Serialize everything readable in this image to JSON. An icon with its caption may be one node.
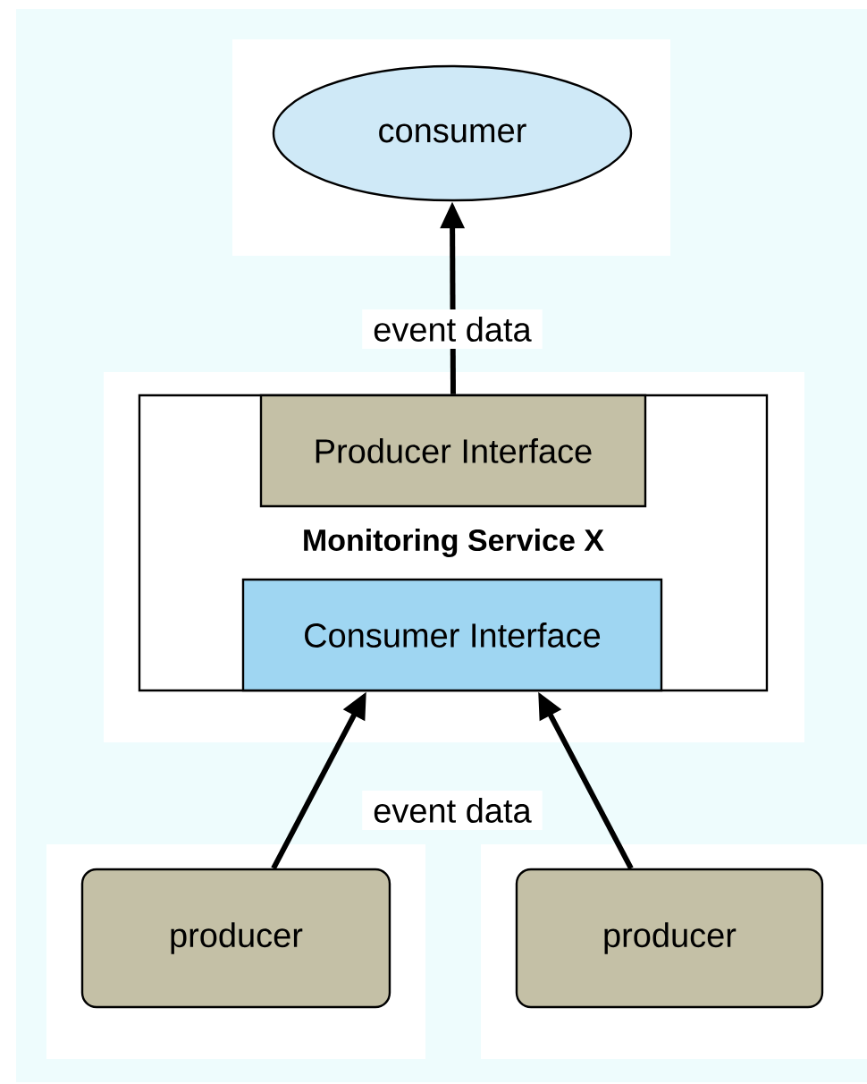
{
  "diagram": {
    "nodes": [
      {
        "text": [
          "consumer"
        ]
      },
      {
        "text": [
          "Monitoring Service X"
        ]
      },
      {
        "text": [
          "Producer Interface"
        ],
        "in": 1
      },
      {
        "text": [
          "Consumer Interface"
        ],
        "in": 1
      },
      {
        "text": [
          "producer"
        ]
      },
      {
        "text": [
          "producer"
        ]
      }
    ],
    "edges": [
      {
        "from": 2,
        "to": 0,
        "arrow": "to",
        "label": "event data"
      },
      {
        "from": 4,
        "to": 3,
        "arrow": "to",
        "label": "event data"
      },
      {
        "from": 5,
        "to": 3,
        "arrow": "to"
      }
    ]
  }
}
